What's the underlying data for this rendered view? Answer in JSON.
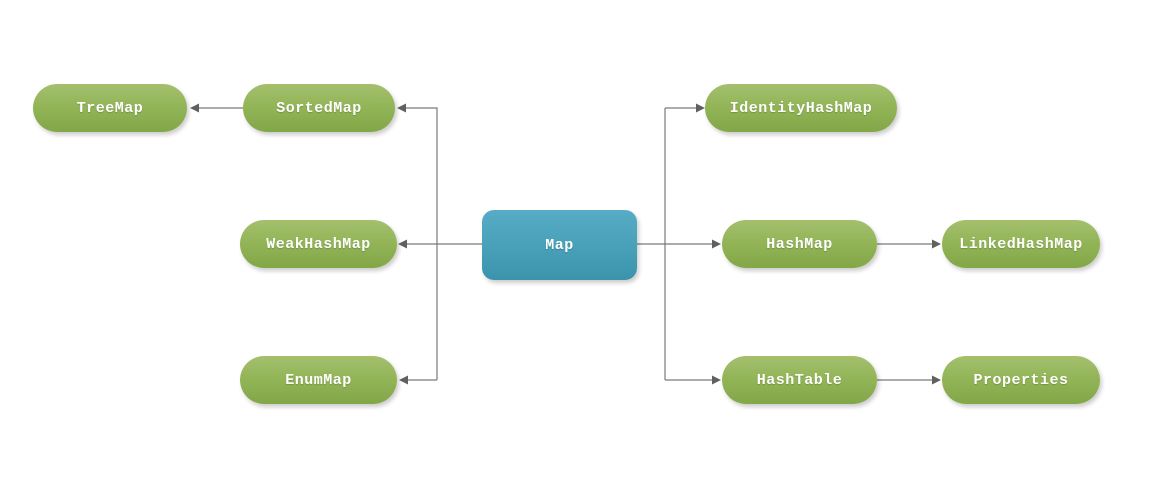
{
  "diagram": {
    "kind": "class-hierarchy",
    "root_label": "Map",
    "nodes": [
      {
        "id": "map",
        "label": "Map",
        "role": "root",
        "color": "#4aa2bb"
      },
      {
        "id": "treemap",
        "label": "TreeMap",
        "role": "leaf",
        "color": "#93b558"
      },
      {
        "id": "sortedmap",
        "label": "SortedMap",
        "role": "branch",
        "color": "#93b558"
      },
      {
        "id": "weakhashmap",
        "label": "WeakHashMap",
        "role": "leaf",
        "color": "#93b558"
      },
      {
        "id": "enummap",
        "label": "EnumMap",
        "role": "leaf",
        "color": "#93b558"
      },
      {
        "id": "identityhashmap",
        "label": "IdentityHashMap",
        "role": "leaf",
        "color": "#93b558"
      },
      {
        "id": "hashmap",
        "label": "HashMap",
        "role": "branch",
        "color": "#93b558"
      },
      {
        "id": "linkedhashmap",
        "label": "LinkedHashMap",
        "role": "leaf",
        "color": "#93b558"
      },
      {
        "id": "hashtable",
        "label": "HashTable",
        "role": "branch",
        "color": "#93b558"
      },
      {
        "id": "properties",
        "label": "Properties",
        "role": "leaf",
        "color": "#93b558"
      }
    ],
    "edges": [
      {
        "from": "map",
        "to": "sortedmap"
      },
      {
        "from": "sortedmap",
        "to": "treemap"
      },
      {
        "from": "map",
        "to": "weakhashmap"
      },
      {
        "from": "map",
        "to": "enummap"
      },
      {
        "from": "map",
        "to": "identityhashmap"
      },
      {
        "from": "map",
        "to": "hashmap"
      },
      {
        "from": "map",
        "to": "hashtable"
      },
      {
        "from": "hashmap",
        "to": "linkedhashmap"
      },
      {
        "from": "hashtable",
        "to": "properties"
      }
    ],
    "colors": {
      "node_green": "#93b558",
      "node_blue": "#4aa2bb",
      "connector": "#7a7a7a",
      "arrowhead": "#606060",
      "text": "#ffffff",
      "background": "#ffffff"
    }
  }
}
